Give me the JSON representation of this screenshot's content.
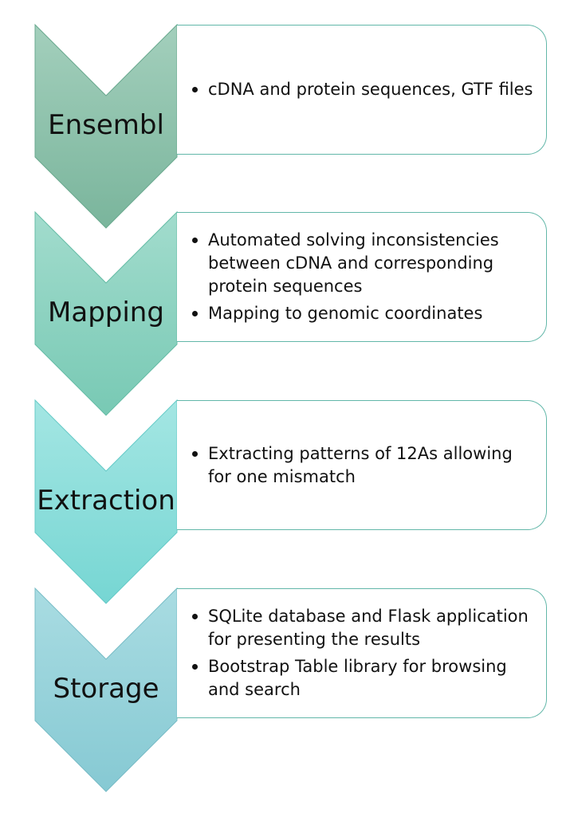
{
  "stages": [
    {
      "label": "Ensembl",
      "colors": {
        "top": "#a3cfbc",
        "bottom": "#7ab59c",
        "stroke": "#6aa98f"
      },
      "bullets": [
        "cDNA and protein sequences, GTF files"
      ]
    },
    {
      "label": "Mapping",
      "colors": {
        "top": "#a2dccd",
        "bottom": "#78c9b4",
        "stroke": "#66bca6"
      },
      "bullets": [
        "Automated solving inconsistencies between cDNA and corresponding protein sequences",
        "Mapping to genomic coordinates"
      ]
    },
    {
      "label": "Extraction",
      "colors": {
        "top": "#a4e6e3",
        "bottom": "#76d6d3",
        "stroke": "#66cac7"
      },
      "bullets": [
        "Extracting patterns of 12As allowing for one mismatch"
      ]
    },
    {
      "label": "Storage",
      "colors": {
        "top": "#a9dce2",
        "bottom": "#86c9d3",
        "stroke": "#78bcc6"
      },
      "bullets": [
        "SQLite database and Flask application for presenting the results",
        "Bootstrap Table library for browsing and search"
      ]
    }
  ]
}
